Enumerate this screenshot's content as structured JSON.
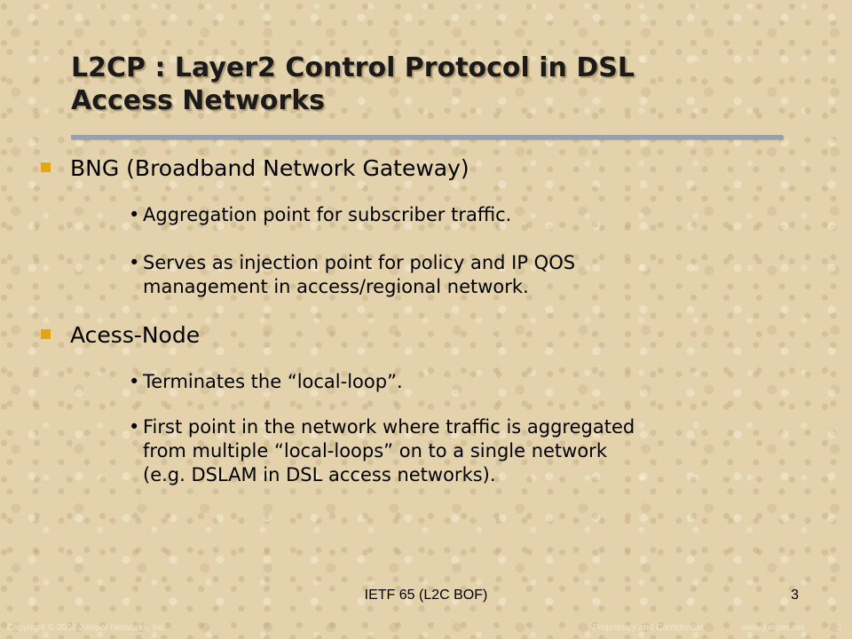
{
  "slide": {
    "title_line1": "L2CP : Layer2 Control Protocol in DSL",
    "title_line2": "Access Networks",
    "bullets": [
      {
        "label": "BNG (Broadband Network Gateway)",
        "subs": [
          {
            "lines": [
              "Aggregation point for subscriber traffic."
            ]
          },
          {
            "lines": [
              "Serves as injection point for policy and IP QOS",
              "management in access/regional network."
            ]
          }
        ]
      },
      {
        "label": "Acess-Node",
        "subs": [
          {
            "lines": [
              "Terminates the “local-loop”."
            ]
          },
          {
            "lines": [
              "First point in the network where traffic is aggregated",
              "from multiple “local-loops” on to a single network",
              "(e.g. DSLAM in DSL access networks)."
            ]
          }
        ]
      }
    ],
    "bullet_symbol": "•"
  },
  "footer": {
    "center": "IETF 65 (L2C BOF)",
    "page": "3",
    "copyright": "Copyright © 2004 Juniper Networks, Inc.",
    "proprietary": "Proprietary and Confidential",
    "website": "www.juniper.net",
    "small_page": "3"
  },
  "colors": {
    "background": "#e3d2ac",
    "bullet_marker": "#e4a612",
    "title_rule": "#9a9fad"
  }
}
